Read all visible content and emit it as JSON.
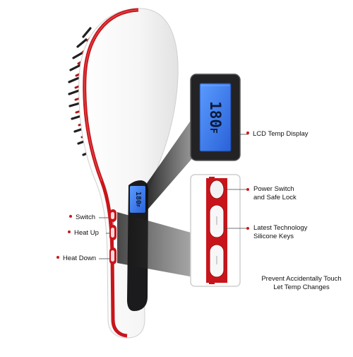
{
  "display": {
    "temperature": "180",
    "unit": "F"
  },
  "callouts": {
    "lcd_display": "LCD Temp Display",
    "power_switch": [
      "Power Switch",
      "and Safe Lock"
    ],
    "silicone_keys": [
      "Latest Technology",
      "Silicone Keys"
    ],
    "prevent_touch": [
      "Prevent Accidentally Touch",
      "Let Temp Changes"
    ]
  },
  "side_labels": {
    "switch": "Switch",
    "heat_up": "Heat Up",
    "heat_down": "Heat Down"
  },
  "colors": {
    "body": "#f8f8f8",
    "trim": "#c8151b",
    "panel": "#1b1b1d",
    "lcd": "#3b7bf0",
    "label_dot": "#d01818"
  }
}
